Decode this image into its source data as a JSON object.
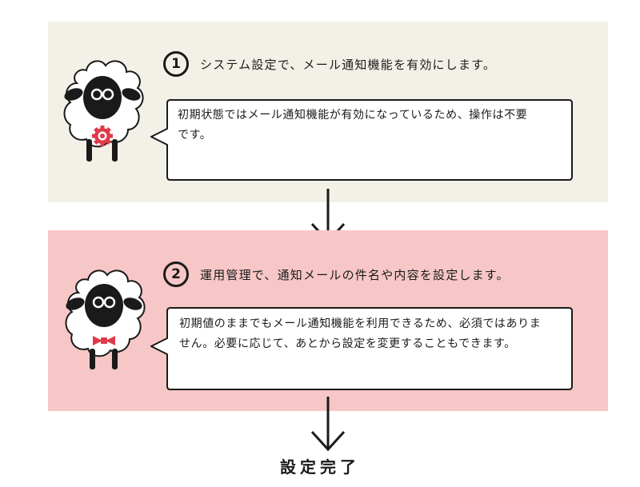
{
  "steps": [
    {
      "number": "1",
      "title": "システム設定で、メール通知機能を有効にします。",
      "note_lines": [
        "初期状態ではメール通知機能が有効になっているため、操作は不要",
        "です。"
      ]
    },
    {
      "number": "2",
      "title": "運用管理で、通知メールの件名や内容を設定します。",
      "note_lines": [
        "初期値のままでもメール通知機能を利用できるため、必須ではありま",
        "せん。必要に応じて、あとから設定を変更することもできます。"
      ]
    }
  ],
  "final_label": "設定完了",
  "colors": {
    "panel1_bg": "#f3f0e7",
    "panel2_bg": "#f6c7c6",
    "accent_red": "#e0394a",
    "ink": "#1a1a1a"
  },
  "icons": [
    "sheep-with-gear-icon",
    "sheep-with-bowtie-icon",
    "down-arrow-icon"
  ]
}
